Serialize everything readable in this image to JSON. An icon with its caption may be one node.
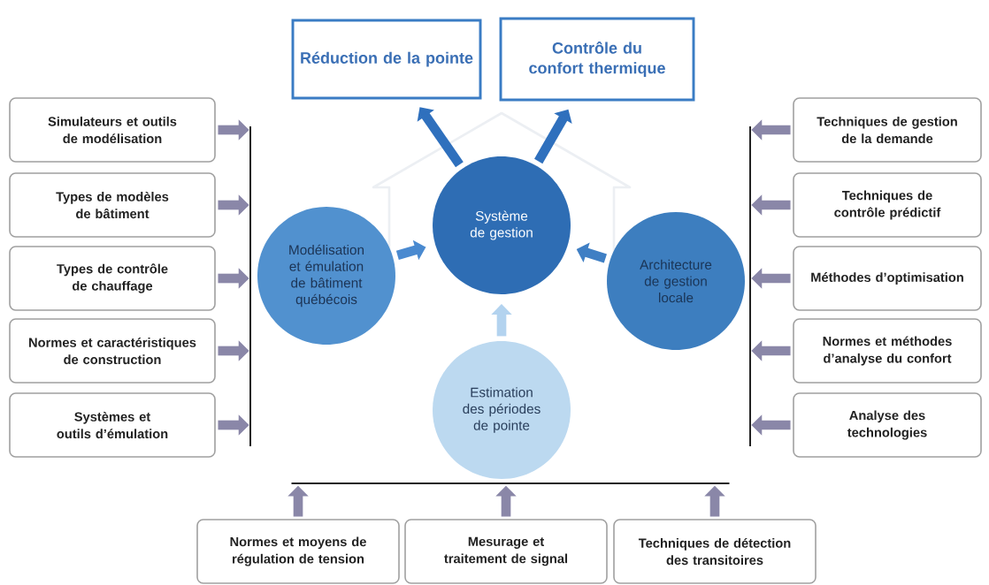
{
  "diagram": {
    "nodes": [
      {
        "text": [
          "Réduction de la pointe"
        ]
      },
      {
        "text": [
          "Contrôle du confort thermique"
        ]
      },
      {
        "text": [
          "Simulateurs et outils de modélisation"
        ]
      },
      {
        "text": [
          "Types de modèles de bâtiment"
        ]
      },
      {
        "text": [
          "Types de contrôle de chauffage"
        ]
      },
      {
        "text": [
          "Normes et caractéristiques de construction"
        ]
      },
      {
        "text": [
          "Systèmes et outils d’émulation"
        ]
      },
      {
        "text": [
          "Techniques de gestion de la demande"
        ]
      },
      {
        "text": [
          "Techniques de contrôle prédictif"
        ]
      },
      {
        "text": [
          "Méthodes d’optimisation"
        ]
      },
      {
        "text": [
          "Normes et méthodes d’analyse du confort"
        ]
      },
      {
        "text": [
          "Analyse des technologies"
        ]
      },
      {
        "text": [
          "Système de gestion"
        ]
      },
      {
        "text": [
          "Modélisation et émulation de bâtiment québécois"
        ]
      },
      {
        "text": [
          "Architecture de gestion locale"
        ]
      },
      {
        "text": [
          "Estimation des périodes de pointe"
        ]
      },
      {
        "text": [
          "Normes et moyens de régulation de tension"
        ]
      },
      {
        "text": [
          "Mesurage et traitement de signal"
        ]
      },
      {
        "text": [
          "Techniques de détection des transitoires"
        ]
      },
      {
        "text": [],
        "shape": "bar"
      },
      {
        "text": [],
        "shape": "bar"
      },
      {
        "text": [],
        "shape": "bar"
      }
    ],
    "edges": [
      {
        "from": 2,
        "to": 19,
        "arrow": "to"
      },
      {
        "from": 3,
        "to": 19,
        "arrow": "to"
      },
      {
        "from": 4,
        "to": 19,
        "arrow": "to"
      },
      {
        "from": 5,
        "to": 19,
        "arrow": "to"
      },
      {
        "from": 6,
        "to": 19,
        "arrow": "to"
      },
      {
        "from": 7,
        "to": 20,
        "arrow": "to"
      },
      {
        "from": 8,
        "to": 20,
        "arrow": "to"
      },
      {
        "from": 9,
        "to": 20,
        "arrow": "to"
      },
      {
        "from": 10,
        "to": 20,
        "arrow": "to"
      },
      {
        "from": 11,
        "to": 20,
        "arrow": "to"
      },
      {
        "from": 16,
        "to": 21,
        "arrow": "to"
      },
      {
        "from": 17,
        "to": 21,
        "arrow": "to"
      },
      {
        "from": 18,
        "to": 21,
        "arrow": "to"
      },
      {
        "from": 13,
        "to": 12,
        "arrow": "to",
        "color": "#4a8ad0"
      },
      {
        "from": 14,
        "to": 12,
        "arrow": "to",
        "color": "#3f7fc4"
      },
      {
        "from": 15,
        "to": 12,
        "arrow": "to",
        "color": "#b3d3ef"
      },
      {
        "from": 12,
        "to": 0,
        "arrow": "to",
        "color": "#2f70bd"
      },
      {
        "from": 12,
        "to": 1,
        "arrow": "to",
        "color": "#2f70bd"
      }
    ]
  }
}
